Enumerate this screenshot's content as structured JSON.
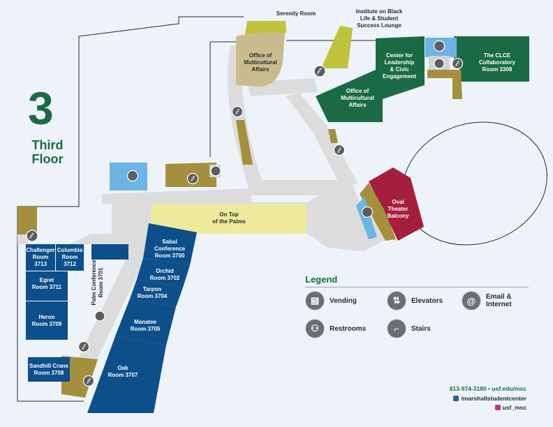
{
  "floor": {
    "number": "3",
    "name": "Third Floor"
  },
  "rooms": {
    "serenity": "Serenity Room",
    "institute": [
      "Institute on Black",
      "Life & Student",
      "Success Lounge"
    ],
    "multicultural_upper": [
      "Office of",
      "Multicultural",
      "Affairs"
    ],
    "leadership": [
      "Center for",
      "Leadership",
      "& Civic",
      "Engagement"
    ],
    "clce": [
      "The CLCE",
      "Collaboratory",
      "Room 3308"
    ],
    "multicultural_lower": [
      "Office of",
      "Multicultural",
      "Affairs"
    ],
    "oval": [
      "Oval",
      "Theater",
      "Balcony"
    ],
    "on_top": [
      "On Top",
      "of the Palms"
    ],
    "sabal": [
      "Sabal",
      "Conference",
      "Room 3700"
    ],
    "orchid": [
      "Orchid",
      "Room 3702"
    ],
    "tarpon": [
      "Tarpon",
      "Room 3704"
    ],
    "manatee": [
      "Manatee",
      "Room 3705"
    ],
    "oak": [
      "Oak",
      "Room 3707"
    ],
    "palm": [
      "Palm Conference",
      "Room 3701"
    ],
    "challenger": [
      "Challenger",
      "Room",
      "3713"
    ],
    "columbia": [
      "Columbia",
      "Room",
      "3712"
    ],
    "egret": [
      "Egret",
      "Room 3711"
    ],
    "heron": [
      "Heron",
      "Room 3709"
    ],
    "sandhill": [
      "Sandhill Crane",
      "Room 3708"
    ]
  },
  "legend": {
    "title": "Legend",
    "items": [
      {
        "label": "Vending",
        "icon": "vending-icon"
      },
      {
        "label": "Elevators",
        "icon": "elevator-icon"
      },
      {
        "label": "Email & Internet",
        "icon": "at-sign-icon"
      },
      {
        "label": "Restrooms",
        "icon": "restroom-icon"
      },
      {
        "label": "Stairs",
        "icon": "stairs-icon"
      }
    ]
  },
  "contact": {
    "line": "813-974-3180 • usf.edu/msc",
    "facebook": "/marshallstudentcenter",
    "instagram": "usf_msc"
  },
  "colors": {
    "dark_green": "#1a6b43",
    "blue": "#0c4f8a",
    "light_blue": "#6cb4e4",
    "olive": "#a48f3c",
    "tan": "#c9bc8c",
    "lime": "#bfc33a",
    "maroon": "#a51f3d",
    "pale_yellow": "#eeea9c",
    "corridor": "#dcdcdc",
    "background": "#edf3f9"
  }
}
